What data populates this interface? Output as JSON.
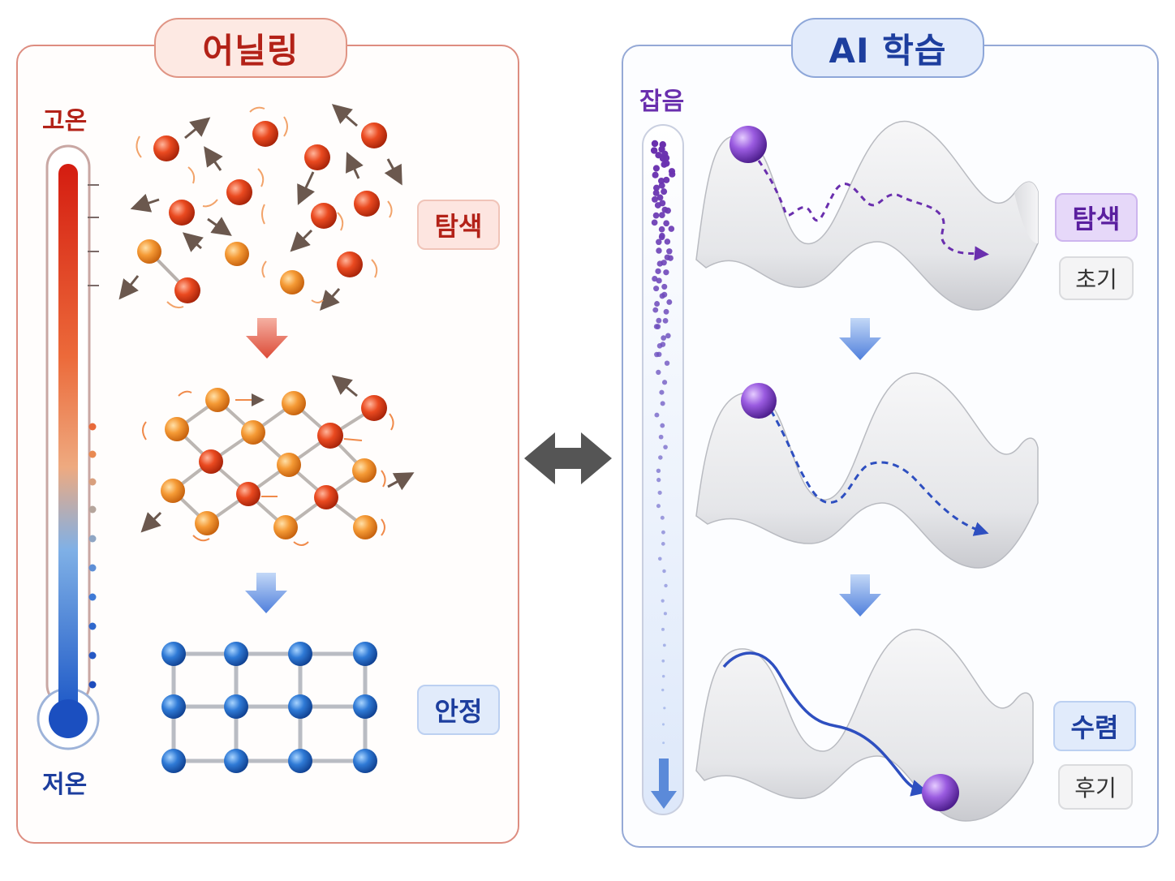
{
  "left_panel": {
    "title": "어닐링",
    "temp_high_label": "고온",
    "temp_low_label": "저온",
    "tag_explore": "탐색",
    "tag_stable": "안정"
  },
  "right_panel": {
    "title": "AI 학습",
    "noise_label": "잡음",
    "tag_explore": "탐색",
    "tag_early": "초기",
    "tag_converge": "수렴",
    "tag_late": "후기"
  },
  "colors": {
    "anneal_accent": "#b32218",
    "ai_accent": "#1d3e9e",
    "noise_purple": "#6a2fae",
    "hot_atom": "#e2451e",
    "warm_atom": "#f08a2a",
    "cold_atom": "#2a6fc9",
    "ball": "#8b4fd1"
  },
  "icons": [
    "thermometer-icon",
    "double-arrow-icon",
    "down-arrow-icon"
  ]
}
